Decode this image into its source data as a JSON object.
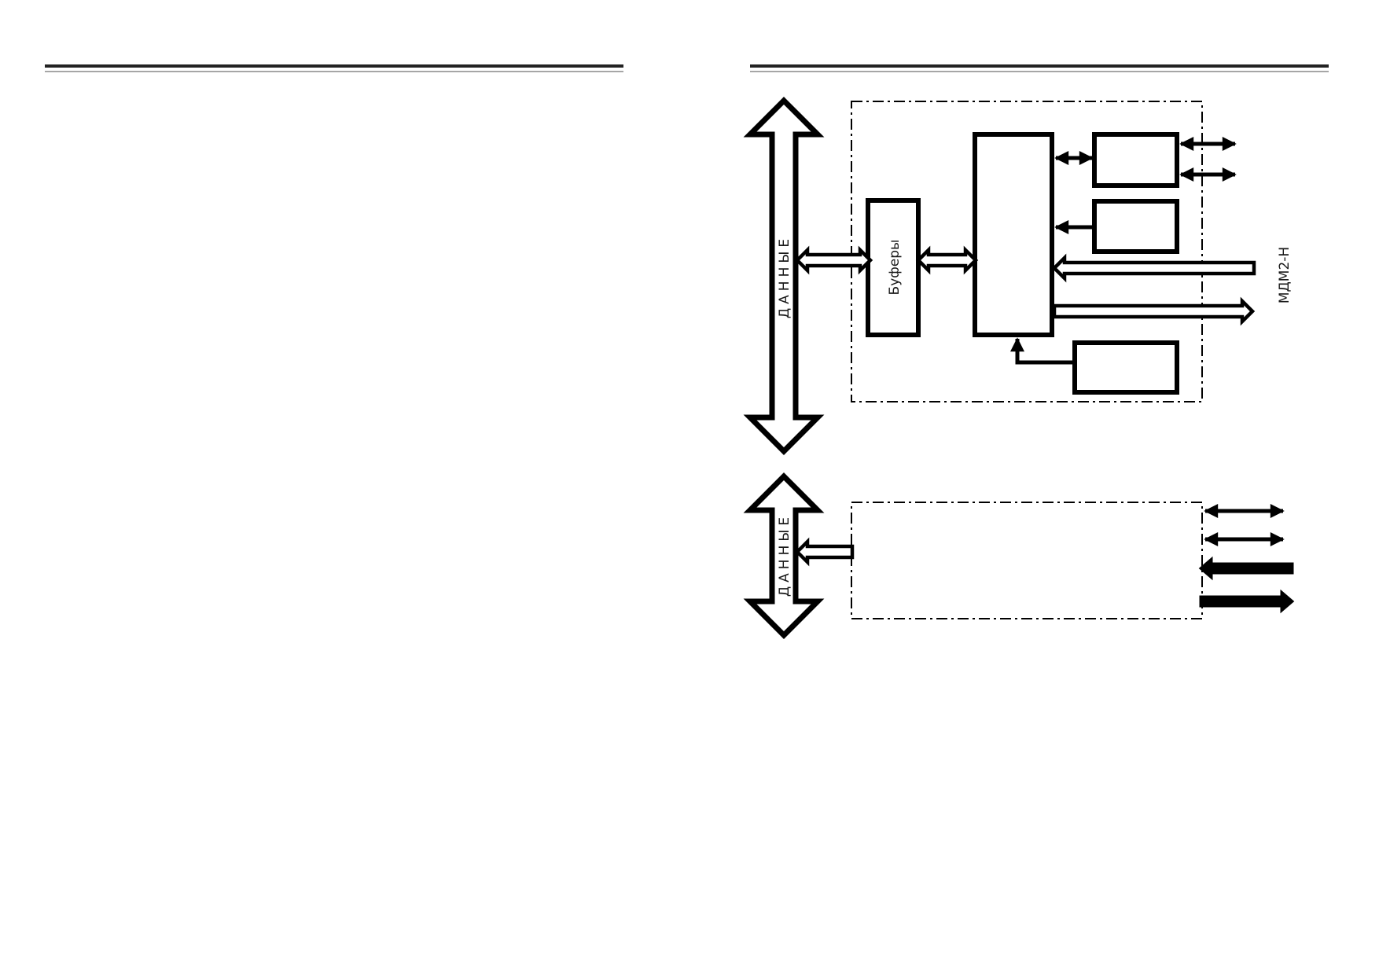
{
  "diagram": {
    "bus_top": {
      "label": "ДАННЫЕ"
    },
    "bus_bottom": {
      "label": "ДАННЫЕ"
    },
    "buffers_block": {
      "label": "Буферы"
    },
    "module_label": "МДМ2-Н"
  }
}
